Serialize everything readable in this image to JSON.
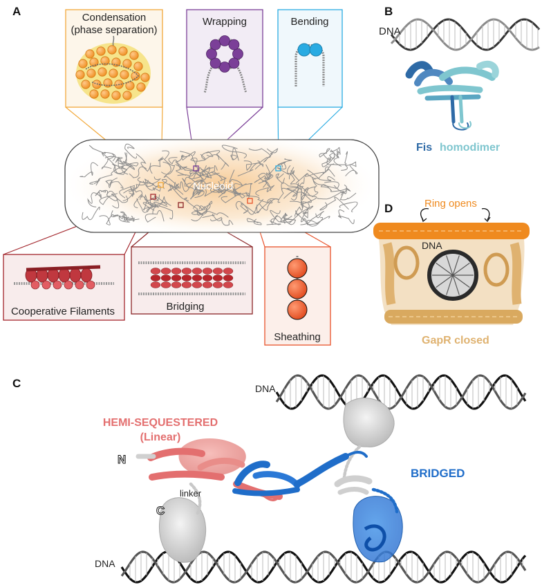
{
  "panels": {
    "a": {
      "letter": "A",
      "nucleoid_label": "Nucleoid",
      "condensation_line1": "Condensation",
      "condensation_line2": "(phase separation)",
      "wrapping": "Wrapping",
      "bending": "Bending",
      "cooperative_filaments": "Cooperative Filaments",
      "bridging": "Bridging",
      "sheathing": "Sheathing"
    },
    "b": {
      "letter": "B",
      "dna": "DNA",
      "fis": "Fis",
      "homodimer": "homodimer"
    },
    "c": {
      "letter": "C",
      "dna_top": "DNA",
      "dna_bottom": "DNA",
      "hemi_line1": "HEMI-SEQUESTERED",
      "hemi_line2": "(Linear)",
      "n_term": "N",
      "c_term": "C",
      "linker": "linker",
      "bridged": "BRIDGED"
    },
    "d": {
      "letter": "D",
      "ring_opens": "Ring opens",
      "dna": "DNA",
      "gapr_closed": "GapR closed"
    }
  },
  "colors": {
    "condensation": "#f2a83a",
    "wrapping": "#7b3f98",
    "bending": "#29abe2",
    "filaments": "#a3272d",
    "bridging": "#8a2325",
    "sheathing": "#e8522a",
    "fis_dark": "#2e6aa6",
    "fis_light": "#7fc6cf",
    "hemi": "#e36f6f",
    "bridged": "#1f6dc9",
    "gapr": "#dfb270",
    "ring": "#ef8a1f"
  }
}
